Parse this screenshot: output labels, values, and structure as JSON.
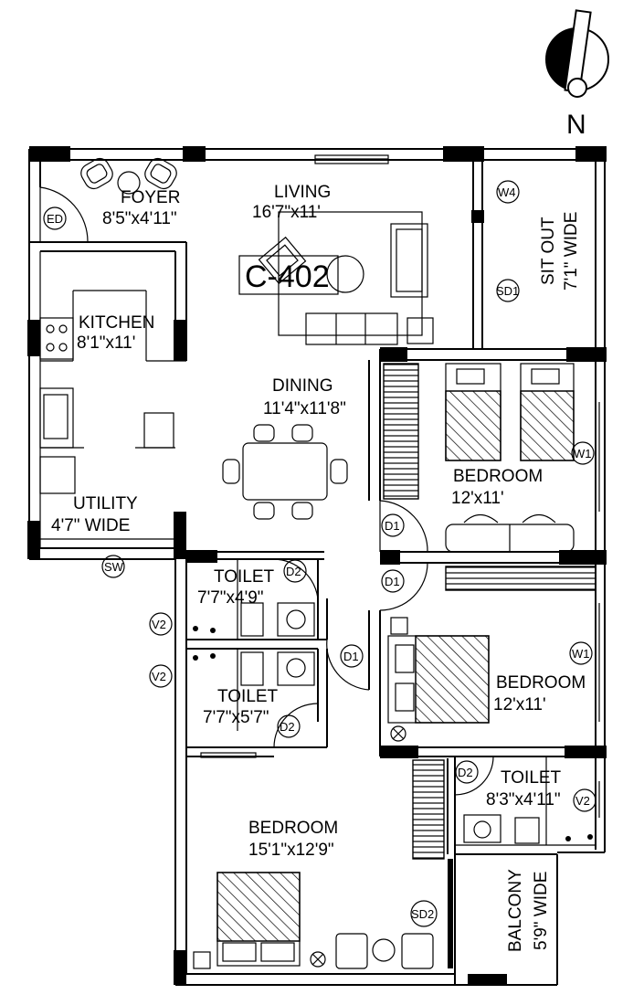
{
  "compass": {
    "label": "N"
  },
  "unit_tag": "C-402",
  "rooms": {
    "foyer": {
      "name": "FOYER",
      "size": "8'5\"x4'11\""
    },
    "living": {
      "name": "LIVING",
      "size": "16'7\"x11'"
    },
    "kitchen": {
      "name": "KITCHEN",
      "size": "8'1\"x11'"
    },
    "dining": {
      "name": "DINING",
      "size": "11'4\"x11'8\""
    },
    "utility": {
      "name": "UTILITY",
      "size": "4'7\"  WIDE"
    },
    "sitout": {
      "name": "SIT OUT",
      "size": "7'1\"  WIDE"
    },
    "bedroom1": {
      "name": "BEDROOM",
      "size": "12'x11'"
    },
    "bedroom2": {
      "name": "BEDROOM",
      "size": "12'x11'"
    },
    "bedroom3": {
      "name": "BEDROOM",
      "size": "15'1\"x12'9\""
    },
    "toilet1": {
      "name": "TOILET",
      "size": "7'7\"x4'9\""
    },
    "toilet2": {
      "name": "TOILET",
      "size": "7'7\"x5'7\""
    },
    "toilet3": {
      "name": "TOILET",
      "size": "8'3\"x4'11\""
    },
    "balcony": {
      "name": "BALCONY",
      "size": "5'9\"  WIDE"
    }
  },
  "tags": {
    "ed": "ED",
    "w4": "W4",
    "sd1": "SD1",
    "sw": "SW",
    "w1a": "W1",
    "w1b": "W1",
    "d1a": "D1",
    "d1b": "D1",
    "d1c": "D1",
    "d2a": "D2",
    "d2b": "D2",
    "d2c": "D2",
    "v2a": "V2",
    "v2b": "V2",
    "v2c": "V2",
    "sd2": "SD2"
  }
}
